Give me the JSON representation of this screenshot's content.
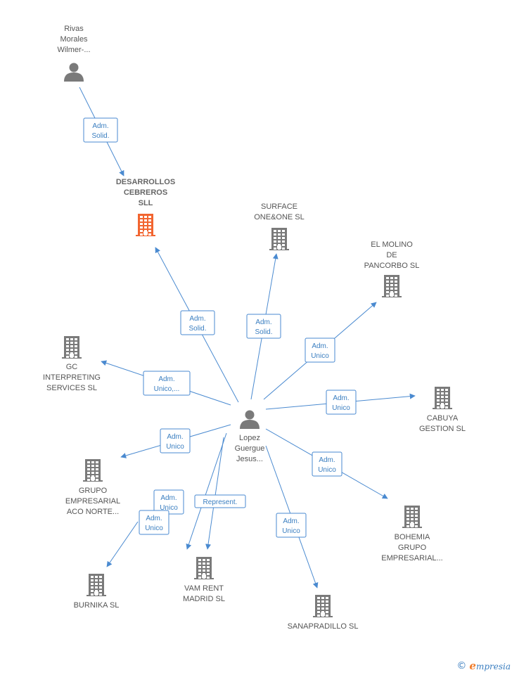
{
  "colors": {
    "edge": "#4a8ad0",
    "node_gray": "#7a7a7a",
    "node_highlight": "#f26530"
  },
  "nodes": [
    {
      "id": "rivas",
      "type": "person",
      "lines": [
        "Rivas",
        "Morales",
        "Wilmer-..."
      ],
      "bold": false
    },
    {
      "id": "desarrollos",
      "type": "company",
      "highlight": true,
      "lines": [
        "DESARROLLOS",
        "CEBREROS",
        "SLL"
      ],
      "bold": true
    },
    {
      "id": "surface",
      "type": "company",
      "lines": [
        "SURFACE",
        "ONE&ONE  SL"
      ],
      "bold": false
    },
    {
      "id": "molino",
      "type": "company",
      "lines": [
        "EL MOLINO",
        "DE",
        "PANCORBO  SL"
      ],
      "bold": false
    },
    {
      "id": "gc",
      "type": "company",
      "lines": [
        "GC",
        "INTERPRETING",
        "SERVICES  SL"
      ],
      "bold": false
    },
    {
      "id": "cabuya",
      "type": "company",
      "lines": [
        "CABUYA",
        "GESTION  SL"
      ],
      "bold": false
    },
    {
      "id": "lopez",
      "type": "person",
      "lines": [
        "Lopez",
        "Guergue",
        "Jesus..."
      ],
      "bold": false
    },
    {
      "id": "grupo",
      "type": "company",
      "lines": [
        "GRUPO",
        "EMPRESARIAL",
        "ACO NORTE..."
      ],
      "bold": false
    },
    {
      "id": "bohemia",
      "type": "company",
      "lines": [
        "BOHEMIA",
        "GRUPO",
        "EMPRESARIAL..."
      ],
      "bold": false
    },
    {
      "id": "burnika",
      "type": "company",
      "lines": [
        "BURNIKA SL"
      ],
      "bold": false
    },
    {
      "id": "vam",
      "type": "company",
      "lines": [
        "VAM RENT",
        "MADRID  SL"
      ],
      "bold": false
    },
    {
      "id": "sanapradillo",
      "type": "company",
      "lines": [
        "SANAPRADILLO SL"
      ],
      "bold": false
    }
  ],
  "edges": [
    {
      "from": "rivas",
      "to": "desarrollos",
      "label": [
        "Adm.",
        "Solid."
      ]
    },
    {
      "from": "lopez",
      "to": "desarrollos",
      "label": [
        "Adm.",
        "Solid."
      ]
    },
    {
      "from": "lopez",
      "to": "surface",
      "label": [
        "Adm.",
        "Solid."
      ]
    },
    {
      "from": "lopez",
      "to": "molino",
      "label": [
        "Adm.",
        "Unico"
      ]
    },
    {
      "from": "lopez",
      "to": "gc",
      "label": [
        "Adm.",
        "Unico,..."
      ]
    },
    {
      "from": "lopez",
      "to": "cabuya",
      "label": [
        "Adm.",
        "Unico"
      ]
    },
    {
      "from": "lopez",
      "to": "grupo",
      "label": [
        "Adm.",
        "Unico"
      ]
    },
    {
      "from": "lopez",
      "to": "bohemia",
      "label": [
        "Adm.",
        "Unico"
      ]
    },
    {
      "from": "lopez",
      "to": "vam",
      "label": [
        "Adm.",
        "Unico"
      ]
    },
    {
      "from": "lopez",
      "to": "vam",
      "label": [
        "Represent."
      ]
    },
    {
      "from": "lopez",
      "to": "sanapradillo",
      "label": [
        "Adm.",
        "Unico"
      ]
    },
    {
      "from": "grupo",
      "to": "burnika",
      "label": [
        "Adm.",
        "Unico"
      ]
    }
  ],
  "footer": {
    "copyright": "©",
    "brand_initial": "e",
    "brand_rest": "mpresia"
  }
}
